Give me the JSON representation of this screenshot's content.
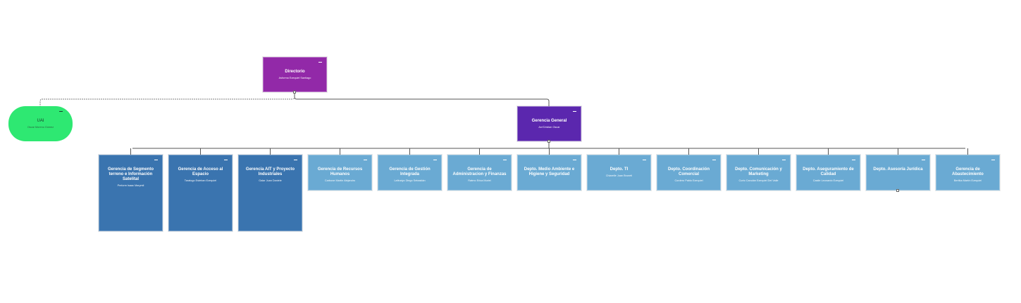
{
  "colors": {
    "direccion": "#9229a8",
    "gerencia_general": "#5b27ae",
    "uai": "#2ee872",
    "dark_blue": "#3a74af",
    "light_blue": "#6aaad3",
    "connector": "#555555"
  },
  "icons": {
    "collapse": "minus-icon",
    "handle": "connector-handle-icon"
  },
  "nodes": [
    {
      "id": "direccion",
      "title": "Directorio",
      "person": "Asforma Ezequiel Santiago",
      "color_key": "direccion"
    },
    {
      "id": "uai",
      "title": "UAI",
      "person": "Oscar Moreno Gómez",
      "color_key": "uai"
    },
    {
      "id": "gg",
      "title": "Gerencia General",
      "person": "Arr/Cristian Oscar",
      "color_key": "gerencia_general"
    },
    {
      "id": "c1",
      "title": "Gerencia de Segmento terreno e Información Satelital",
      "person": "Prelorm Isaac Marymil",
      "color_key": "dark_blue"
    },
    {
      "id": "c2",
      "title": "Gerencia de Acceso al Espacio",
      "person": "Taratogo Esteban Ezequiel",
      "color_key": "dark_blue"
    },
    {
      "id": "c3",
      "title": "Gerencia AIT y Proyecto Industriales",
      "person": "Galar Juan Daniele",
      "color_key": "dark_blue"
    },
    {
      "id": "c4",
      "title": "Gerencia de Recursos Humanos",
      "person": "Carbone Martín Alejandro",
      "color_key": "light_blue"
    },
    {
      "id": "c5",
      "title": "Gerencia de Gestión Integrada",
      "person": "Lafinaiyo Diego Sebastián",
      "color_key": "light_blue"
    },
    {
      "id": "c6",
      "title": "Gerencia de Administracion y Finanzas",
      "person": "Ratrno Erica Muriel",
      "color_key": "light_blue"
    },
    {
      "id": "c7",
      "title": "Depto. Medio Ambiente e Higiene y Seguridad",
      "person": "",
      "color_key": "light_blue"
    },
    {
      "id": "c8",
      "title": "Depto. TI",
      "person": "Chiarelle Juan Bruneti",
      "color_key": "light_blue"
    },
    {
      "id": "c9",
      "title": "Depto. Coordinación Comercial",
      "person": "Cordero Pablo Ezequiel",
      "color_key": "light_blue"
    },
    {
      "id": "c10",
      "title": "Depto. Comunicación y Marketing",
      "person": "Curto Canulán Ezequiel Del Valle",
      "color_key": "light_blue"
    },
    {
      "id": "c11",
      "title": "Depto. Aseguramiento de Calidad",
      "person": "Castle Leonardo Ezequiel",
      "color_key": "light_blue"
    },
    {
      "id": "c12",
      "title": "Depto. Asesoría Jurídica",
      "person": "",
      "color_key": "light_blue"
    },
    {
      "id": "c13",
      "title": "Gerencia de Abastecimiento",
      "person": "Bertika Martín Ezequiel",
      "color_key": "light_blue"
    }
  ]
}
